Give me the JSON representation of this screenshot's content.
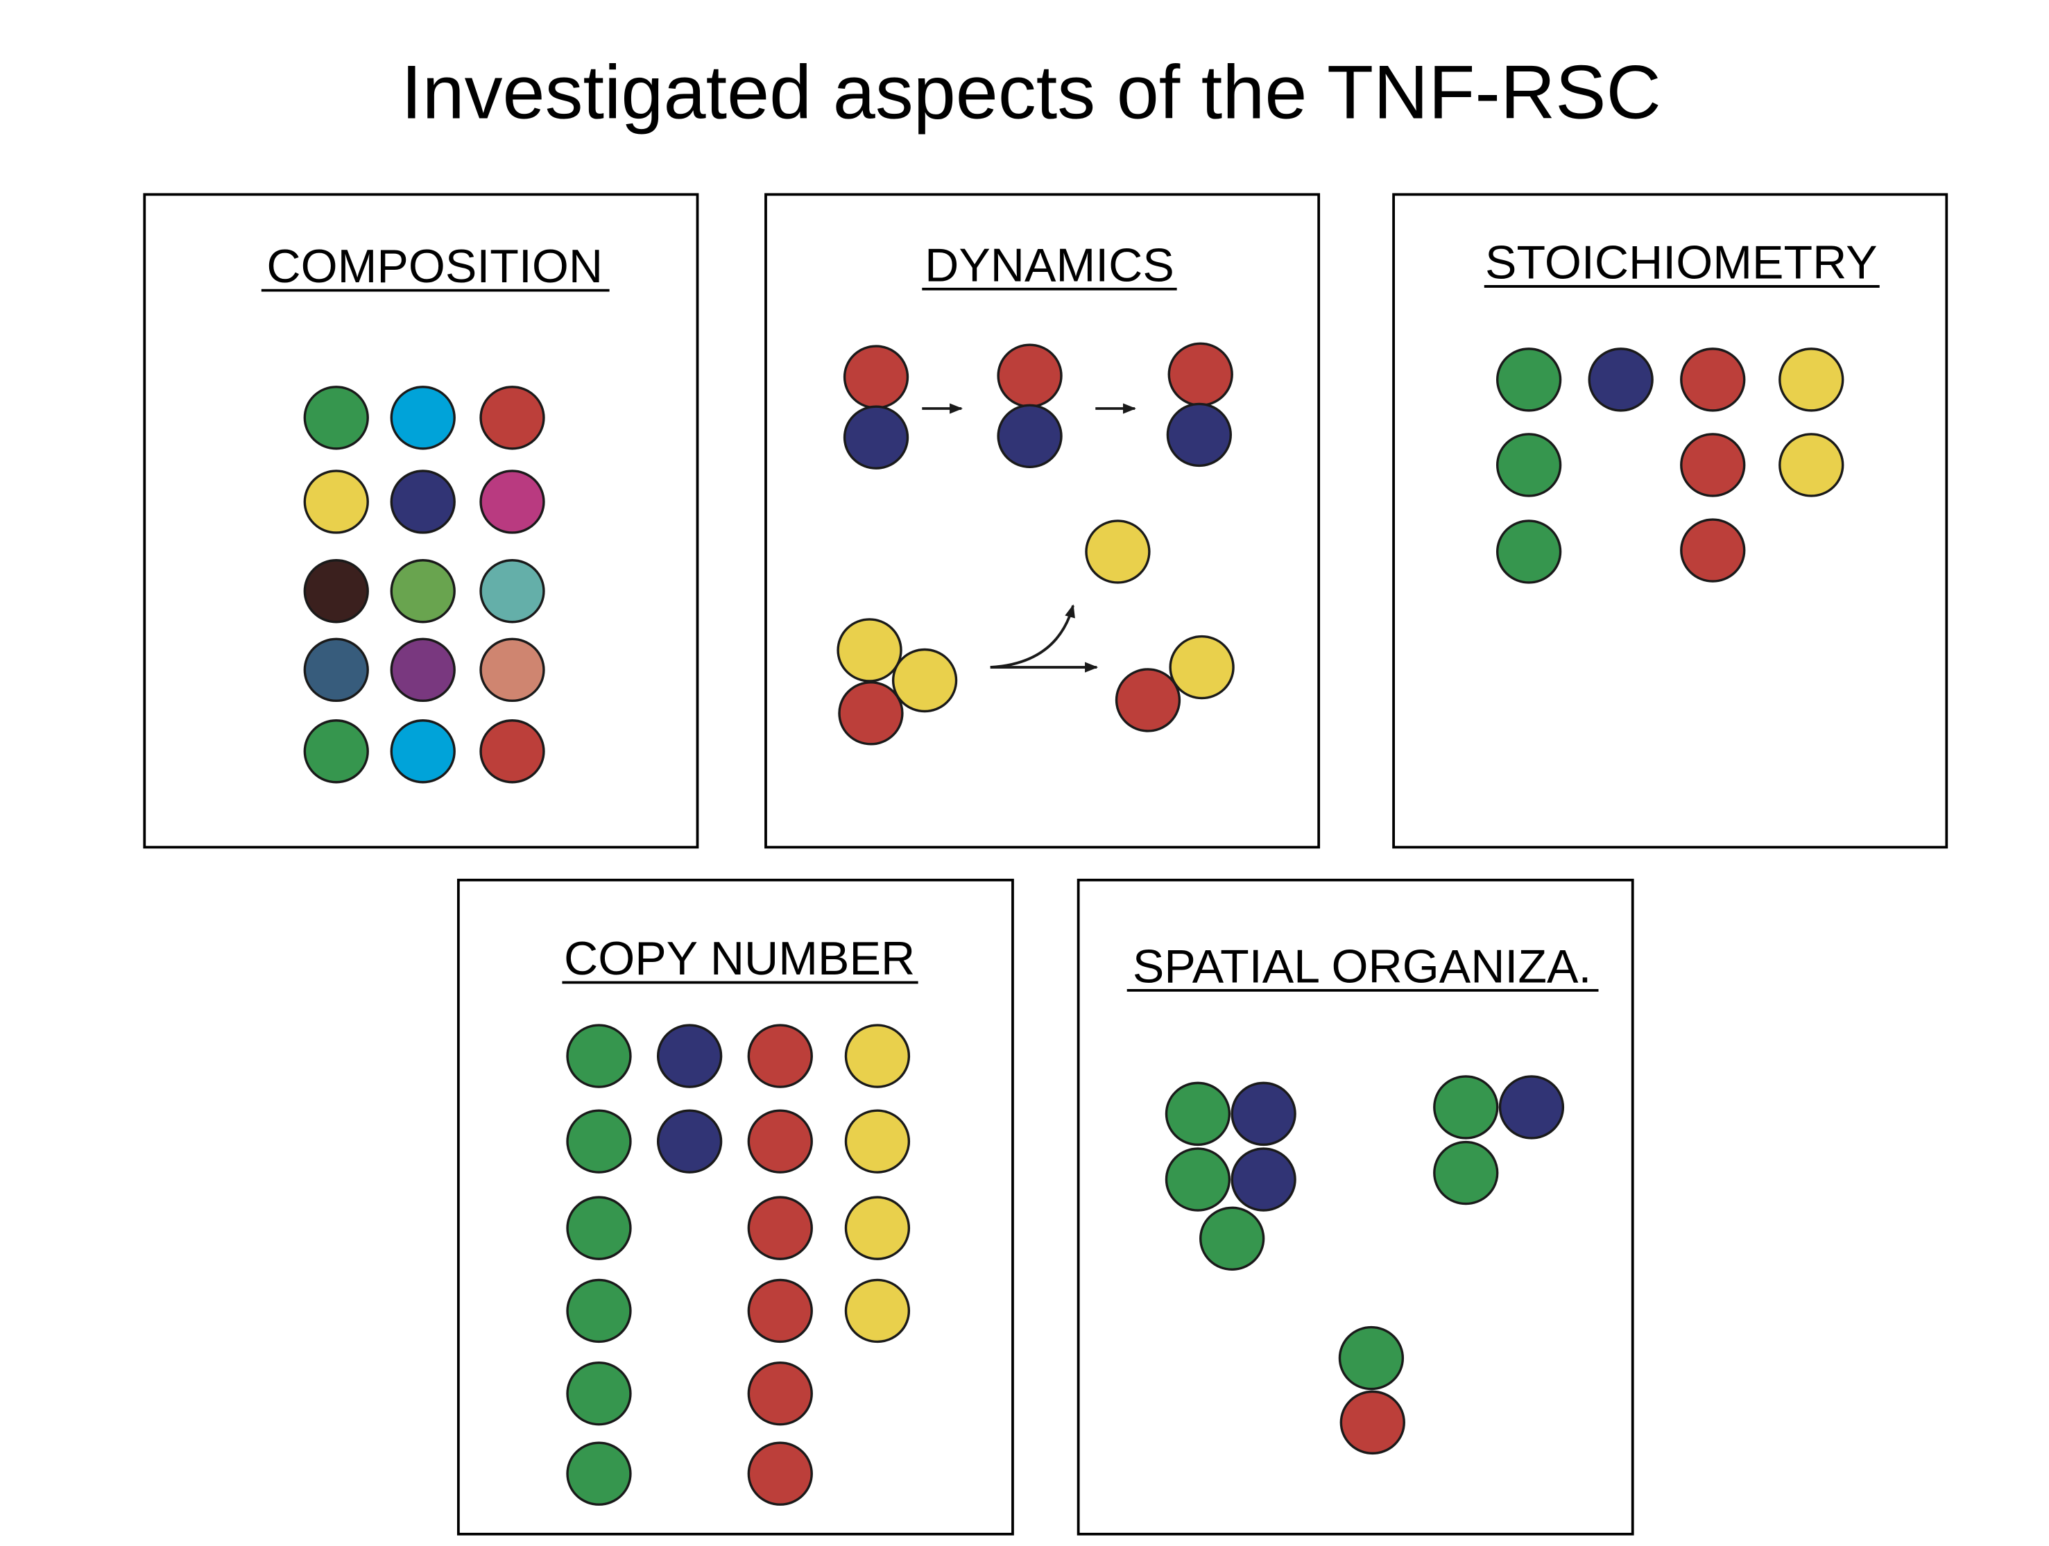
{
  "title": "Investigated aspects of the TNF-RSC",
  "panels": {
    "composition": {
      "heading": "COMPOSITION"
    },
    "dynamics": {
      "heading": "DYNAMICS"
    },
    "stoichiometry": {
      "heading": "STOICHIOMETRY"
    },
    "copy_number": {
      "heading": "COPY NUMBER"
    },
    "spatial": {
      "heading": "SPATIAL ORGANIZA."
    }
  },
  "colors": {
    "green": "#36964e",
    "cyan": "#00a3d9",
    "red": "#bc3f3a",
    "yellow": "#e9d04c",
    "navy": "#313475",
    "magenta": "#b93a80",
    "brown": "#3b201e",
    "lightgreen": "#69a44f",
    "teal": "#64afa9",
    "slate": "#375c7c",
    "purple": "#79387f",
    "salmon": "#cf8570"
  }
}
